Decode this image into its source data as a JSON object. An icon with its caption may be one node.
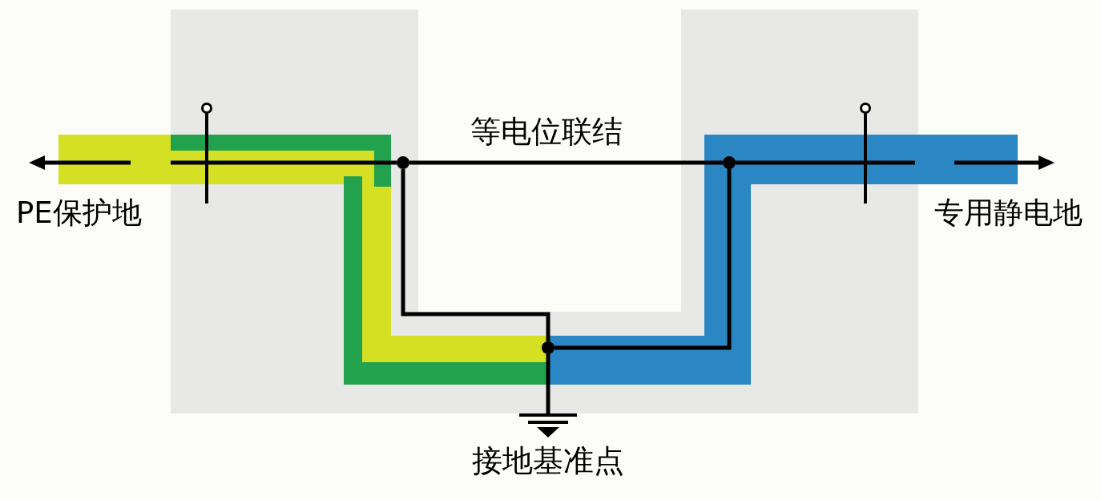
{
  "diagram": {
    "nodes": [
      {
        "text": [],
        "shape": "circle"
      },
      {
        "text": [],
        "shape": "circle"
      },
      {
        "text": [],
        "shape": "circle"
      },
      {
        "text": [
          "接地基准点"
        ]
      }
    ],
    "edges": [
      {
        "from": 0,
        "to": 1,
        "arrow": "none",
        "label": "等电位联结"
      },
      {
        "from": 0,
        "to": null,
        "arrow": "to"
      },
      {
        "from": 1,
        "to": null,
        "arrow": "to"
      },
      {
        "from": 0,
        "to": 2,
        "arrow": "none"
      },
      {
        "from": 1,
        "to": 2,
        "arrow": "none"
      },
      {
        "from": 2,
        "to": 3,
        "arrow": "none"
      }
    ],
    "labels": [
      "PE保护地",
      "专用静电地"
    ]
  }
}
